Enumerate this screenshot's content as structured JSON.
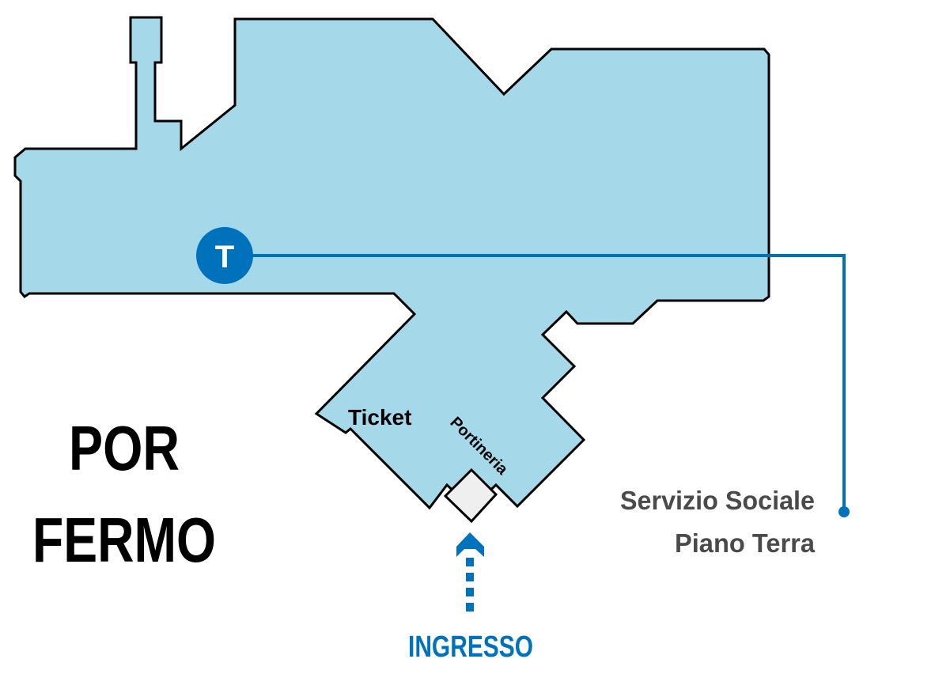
{
  "map": {
    "title_lines": [
      "POR",
      "FERMO"
    ],
    "colors": {
      "building_fill": "#a5d8e8",
      "outline": "#000000",
      "accent_blue": "#0072bc",
      "portineria_fill": "#efefef",
      "destination_text": "#4a4a4a"
    },
    "rooms": {
      "ticket": "Ticket",
      "portineria": "Portineria"
    },
    "marker": {
      "letter": "T",
      "icon": "toilet-marker-icon"
    },
    "destination": {
      "line1": "Servizio Sociale",
      "line2": "Piano Terra"
    },
    "entrance": {
      "label": "INGRESSO",
      "icon": "dashed-up-arrow-icon"
    }
  }
}
